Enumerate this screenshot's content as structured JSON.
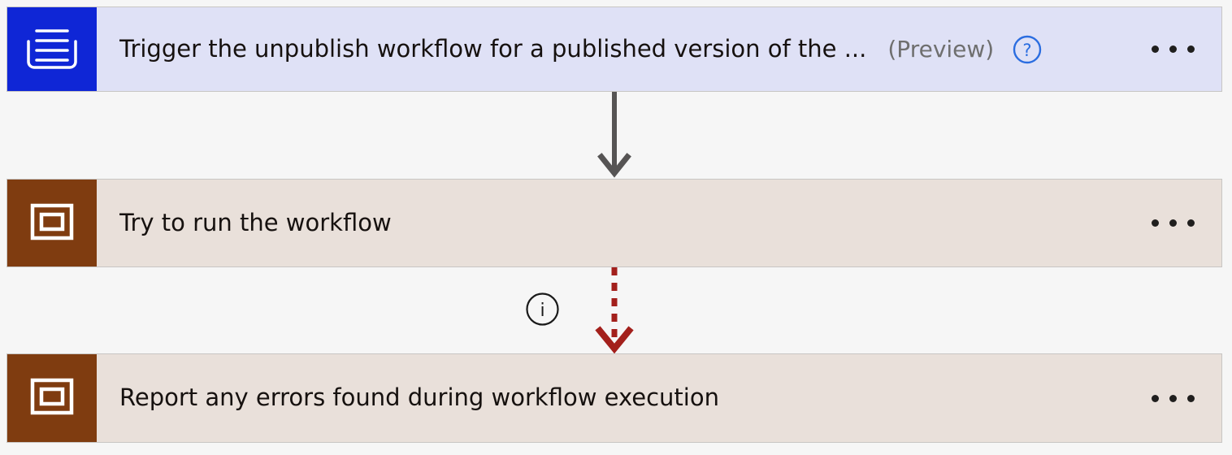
{
  "canvas": {
    "background_color": "#f6f6f6"
  },
  "flow": {
    "nodes": [
      {
        "id": "trigger",
        "title": "Trigger the unpublish workflow for a published version of the ...",
        "badge": "(Preview)",
        "icon_name": "document-lines-icon",
        "icon_tile_color": "#0f26d6",
        "card_color": "#dfe1f6",
        "help_icon_name": "help-circle-icon",
        "help_icon_color": "#2b6de0",
        "overflow_label": "More commands"
      },
      {
        "id": "action-run-workflow",
        "title": "Try to run the workflow",
        "badge": "",
        "icon_name": "nested-rectangle-icon",
        "icon_tile_color": "#7f3c10",
        "card_color": "#e9e0da",
        "overflow_label": "More commands"
      },
      {
        "id": "action-report-errors",
        "title": "Report any errors found during workflow execution",
        "badge": "",
        "icon_name": "nested-rectangle-icon",
        "icon_tile_color": "#7f3c10",
        "card_color": "#e9e0da",
        "overflow_label": "More commands"
      }
    ],
    "connectors": [
      {
        "id": "connector-trigger-to-run",
        "style": "solid",
        "color": "#565454",
        "arrow_direction": "down"
      },
      {
        "id": "connector-run-to-report",
        "style": "dashed",
        "color": "#a3201c",
        "arrow_direction": "down",
        "badge_icon_name": "info-circle-icon",
        "badge_letter": "i"
      }
    ]
  }
}
